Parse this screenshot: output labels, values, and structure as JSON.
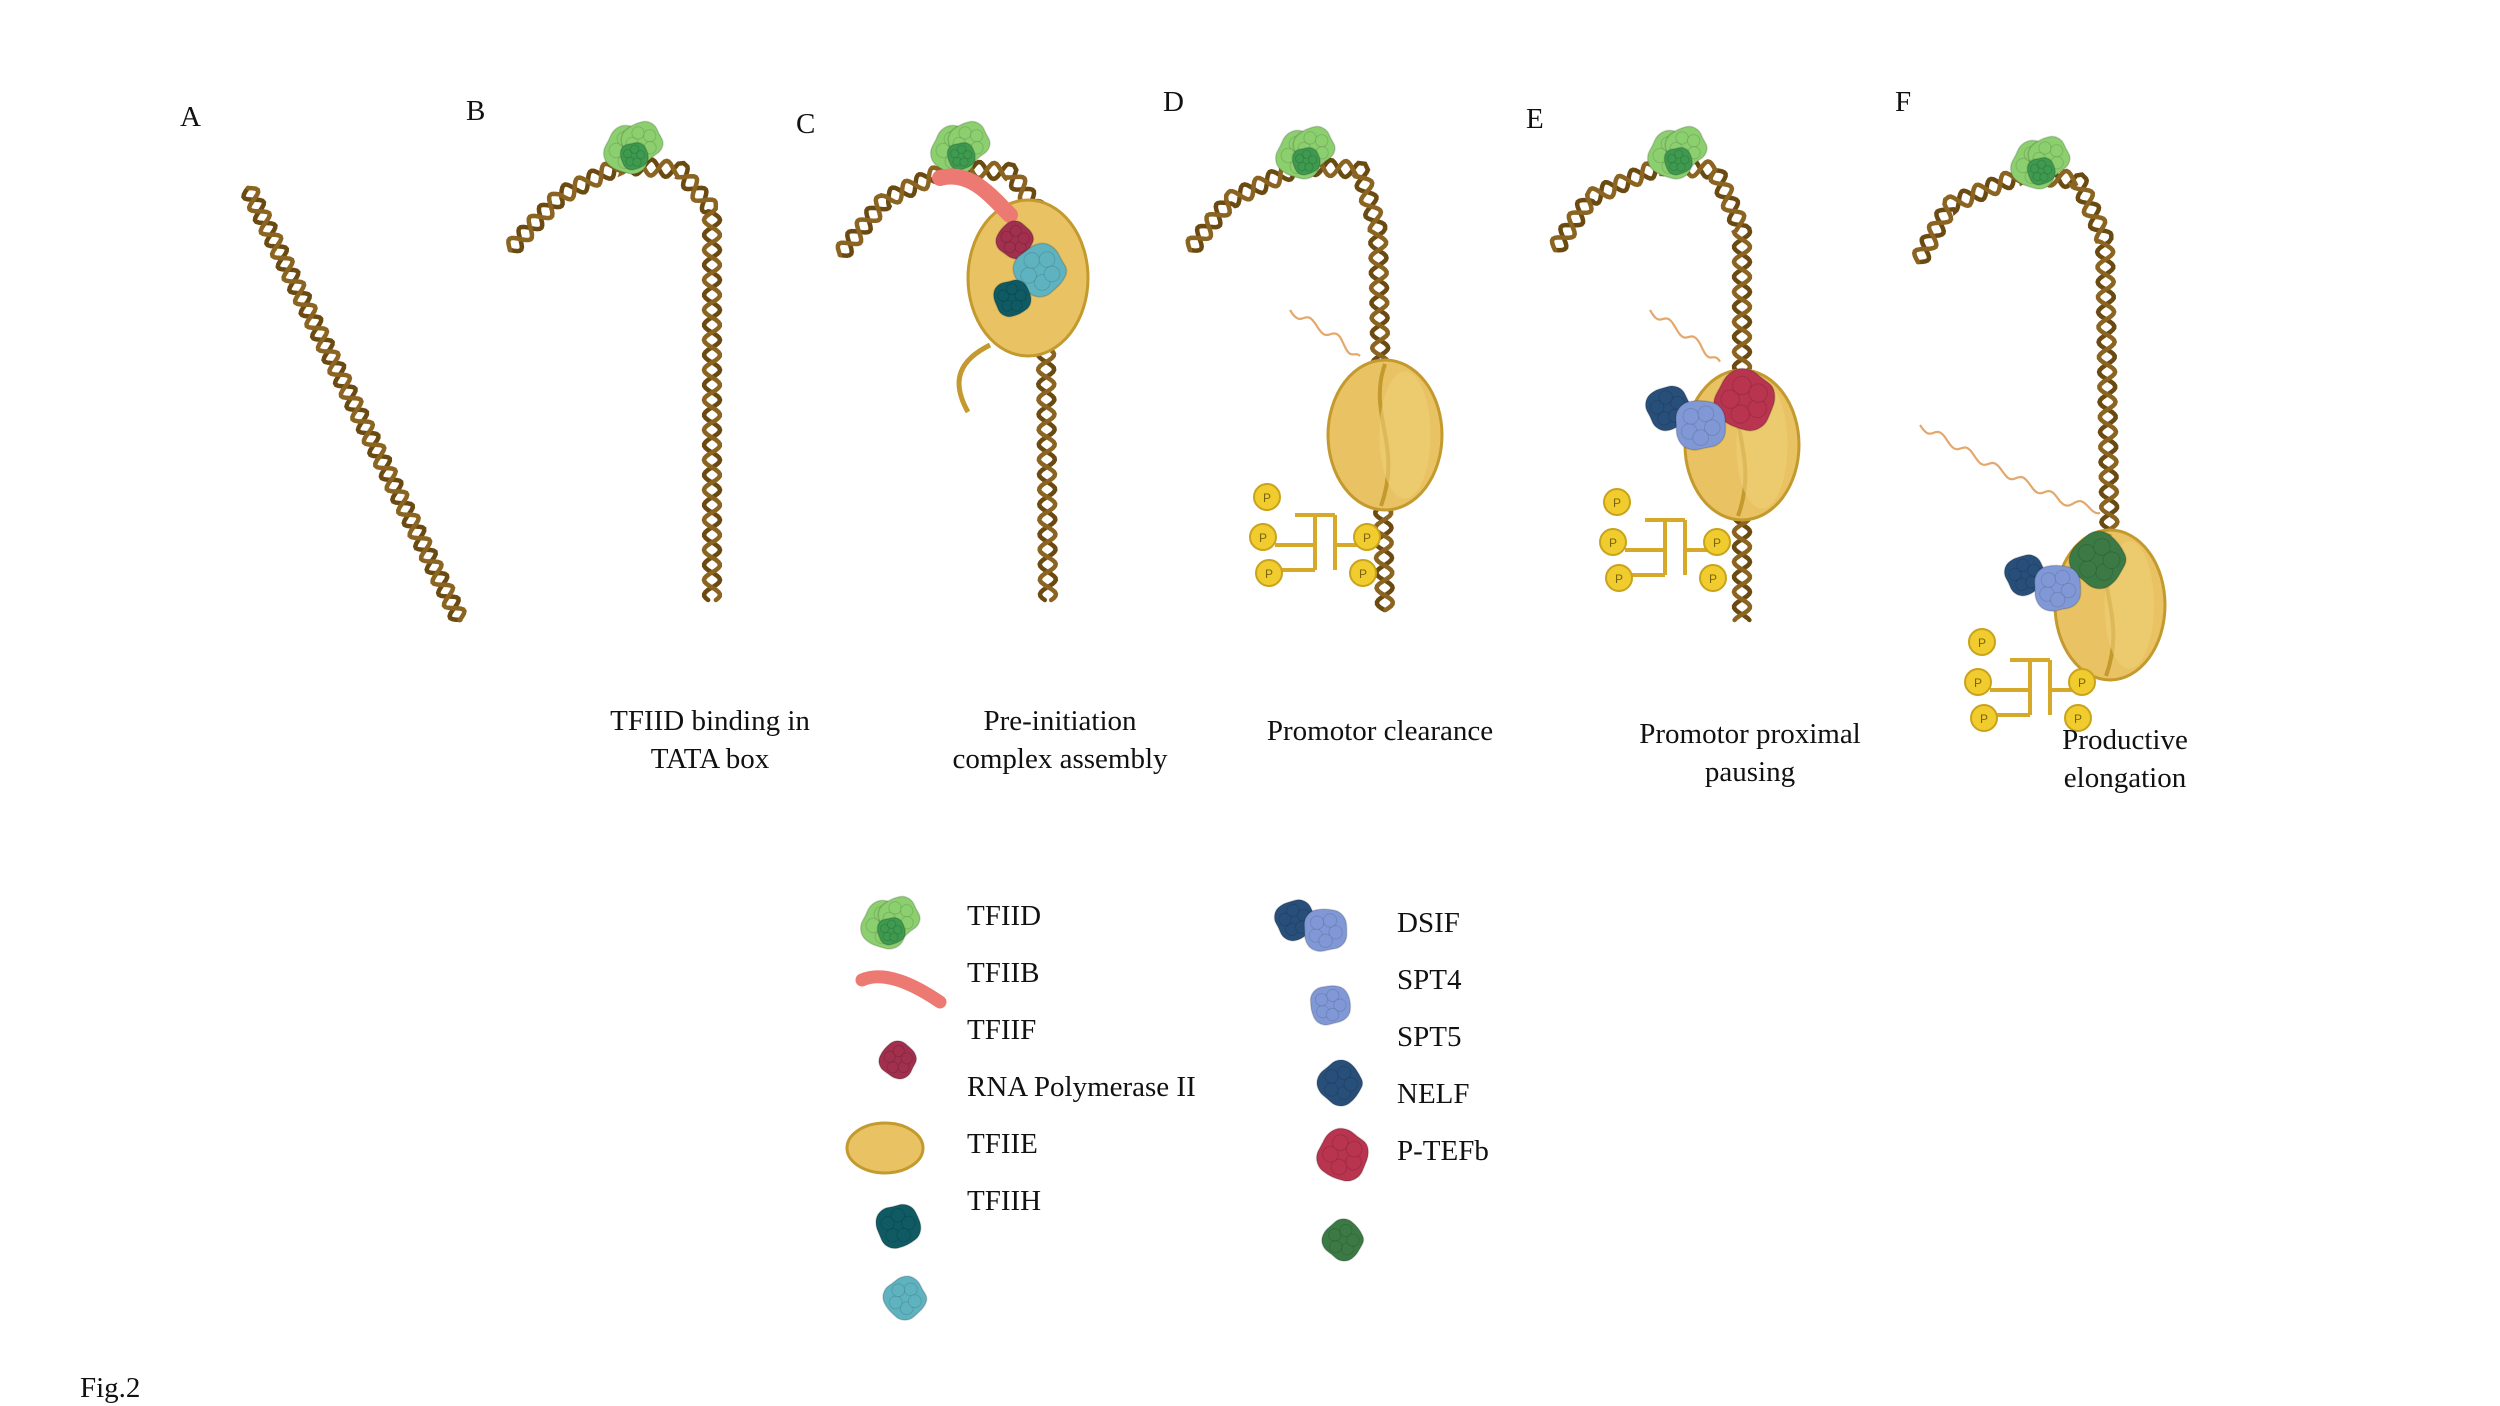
{
  "panels": [
    {
      "letter": "A",
      "caption": ""
    },
    {
      "letter": "B",
      "caption": "TFIID binding in\nTATA box"
    },
    {
      "letter": "C",
      "caption": "Pre-initiation\ncomplex assembly"
    },
    {
      "letter": "D",
      "caption": "Promotor clearance"
    },
    {
      "letter": "E",
      "caption": "Promotor proximal\npausing"
    },
    {
      "letter": "F",
      "caption": "Productive\nelongation"
    }
  ],
  "legend": {
    "left": [
      "TFIID",
      "TFIIB",
      "TFIIF",
      "RNA Polymerase II",
      "TFIIE",
      "TFIIH"
    ],
    "right": [
      "DSIF",
      "SPT4",
      "SPT5",
      "NELF",
      "P-TEFb"
    ]
  },
  "figure_label": "Fig.2",
  "colors": {
    "dna": "#6b4a12",
    "tfiid": "#8ccf6f",
    "tfiid_dark": "#3e9a4f",
    "tfiib": "#ec7a72",
    "tfiif": "#a0304d",
    "pol2": "#e8c263",
    "tfiie": "#0f5a63",
    "tfiih": "#5fb3c0",
    "dsif_dark": "#284f7a",
    "spt": "#8099d6",
    "ptefb": "#b8344f",
    "green_dark": "#3c7a45",
    "phospho": "#f1cc2e"
  }
}
